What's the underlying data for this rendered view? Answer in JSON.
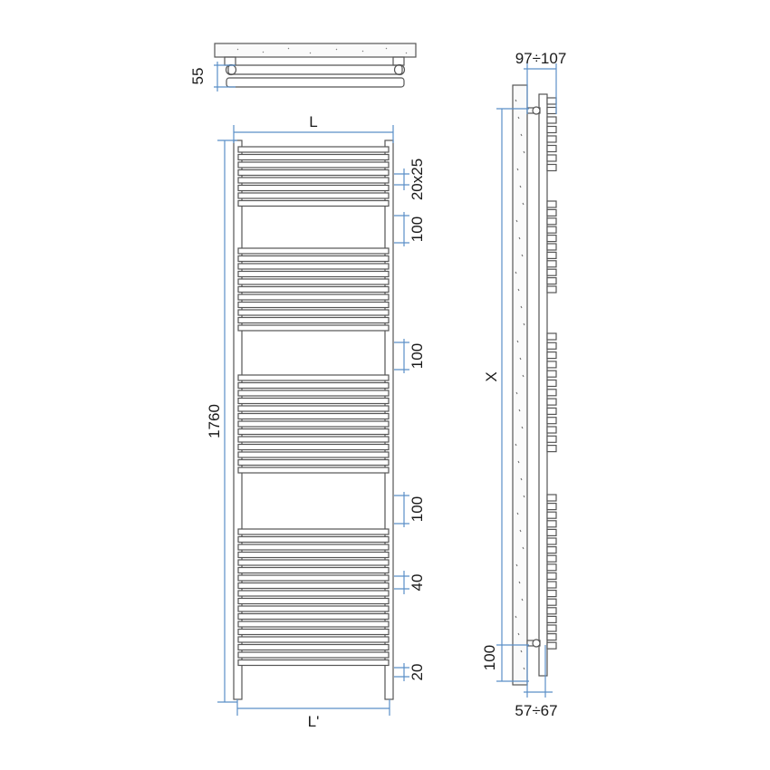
{
  "colors": {
    "outline": "#555555",
    "dimension": "#5b8fc7",
    "fill": "#ffffff",
    "text": "#1a1a1a"
  },
  "labels": {
    "depth": "55",
    "width_top": "L",
    "width_bottom": "L'",
    "height": "1760",
    "tube_section": "20x25",
    "gap_1": "100",
    "gap_2": "100",
    "gap_3": "100",
    "spacing": "40",
    "bottom_offset": "20",
    "wall_distance_top": "97÷107",
    "wall_distance_bottom": "57÷67",
    "bracket_distance": "X",
    "bracket_bottom": "100"
  }
}
